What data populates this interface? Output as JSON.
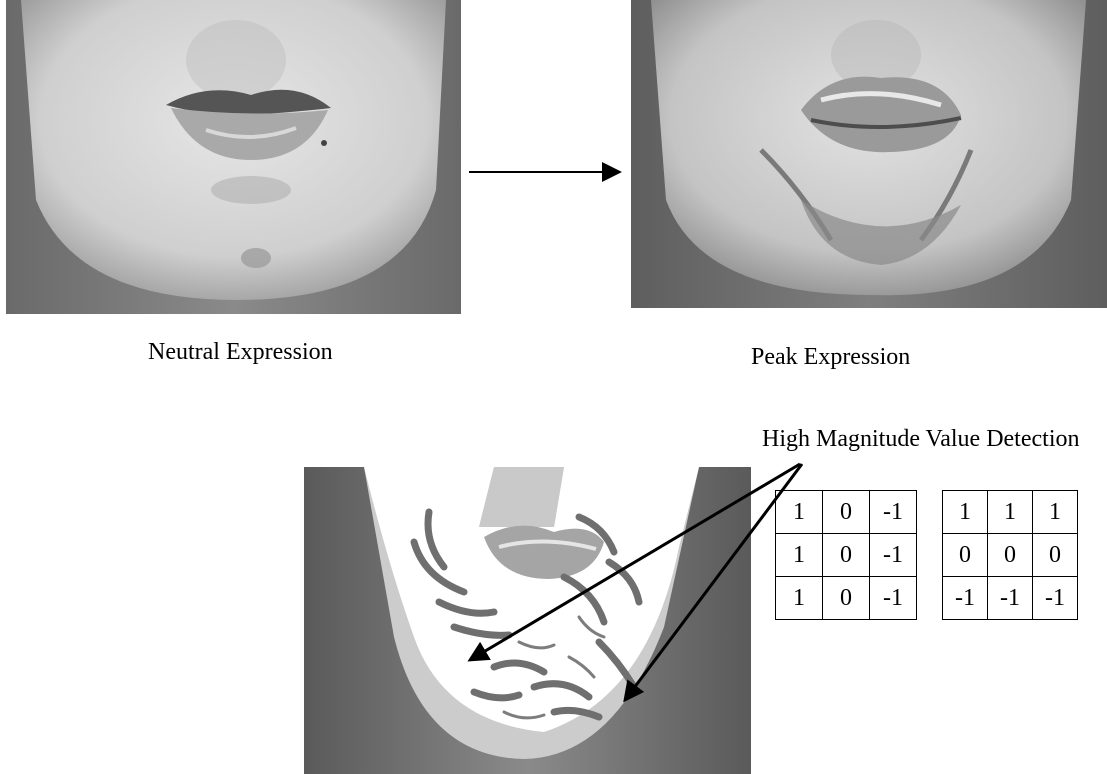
{
  "captions": {
    "neutral": "Neutral Expression",
    "peak": "Peak Expression",
    "detection": "High Magnitude Value Detection"
  },
  "kernels": {
    "vertical": [
      [
        "1",
        "0",
        "-1"
      ],
      [
        "1",
        "0",
        "-1"
      ],
      [
        "1",
        "0",
        "-1"
      ]
    ],
    "horizontal": [
      [
        "1",
        "1",
        "1"
      ],
      [
        "0",
        "0",
        "0"
      ],
      [
        "-1",
        "-1",
        "-1"
      ]
    ]
  }
}
